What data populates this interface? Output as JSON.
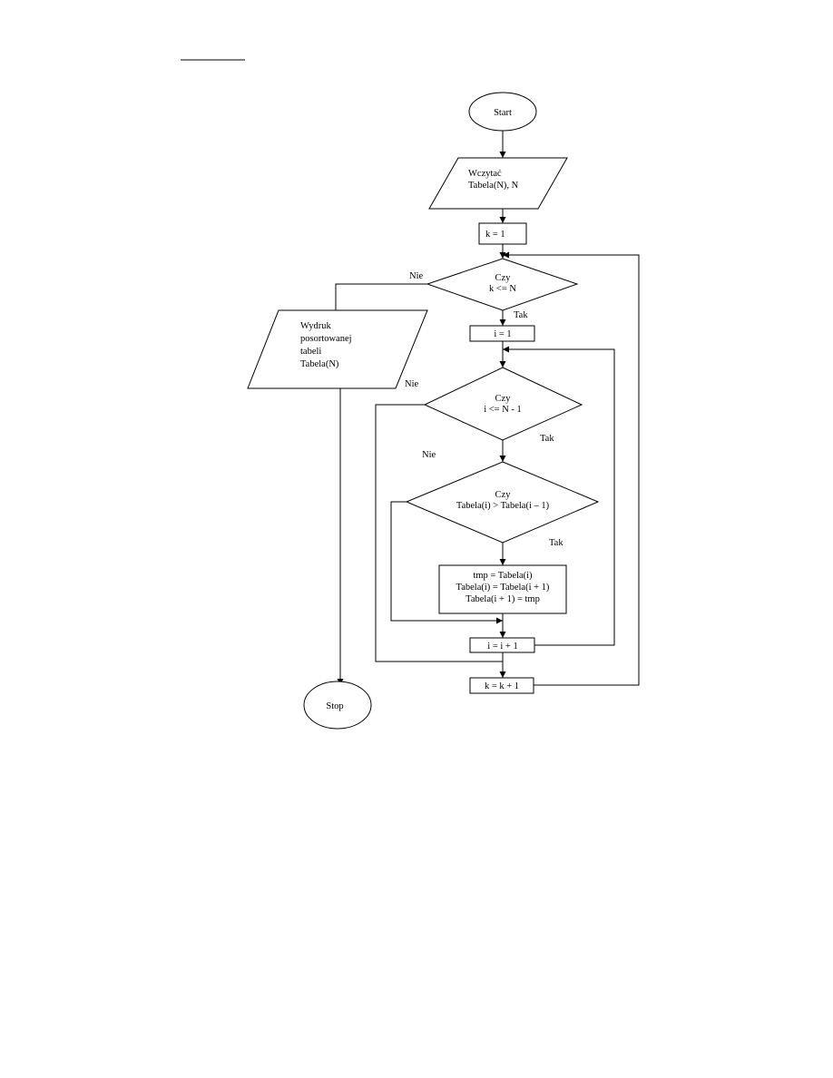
{
  "flowchart": {
    "nodes": {
      "start": "Start",
      "input": [
        "Wczytać",
        "Tabela(N), N"
      ],
      "init_k": "k = 1",
      "cond_k": [
        "Czy",
        "k <= N"
      ],
      "output": [
        "Wydruk",
        "posortowanej",
        "tabeli",
        "Tabela(N)"
      ],
      "init_i": "i = 1",
      "cond_i": [
        "Czy",
        "i <= N - 1"
      ],
      "cond_cmp": [
        "Czy",
        "Tabela(i) > Tabela(i – 1)"
      ],
      "swap": [
        "tmp = Tabela(i)",
        "Tabela(i) = Tabela(i + 1)",
        "Tabela(i + 1) = tmp"
      ],
      "inc_i": "i = i + 1",
      "inc_k": "k = k + 1",
      "stop": "Stop"
    },
    "edge_labels": {
      "no_k": "Nie",
      "yes_k": "Tak",
      "no_i": "Nie",
      "yes_i": "Tak",
      "no_cmp": "Nie",
      "yes_cmp": "Tak"
    }
  }
}
